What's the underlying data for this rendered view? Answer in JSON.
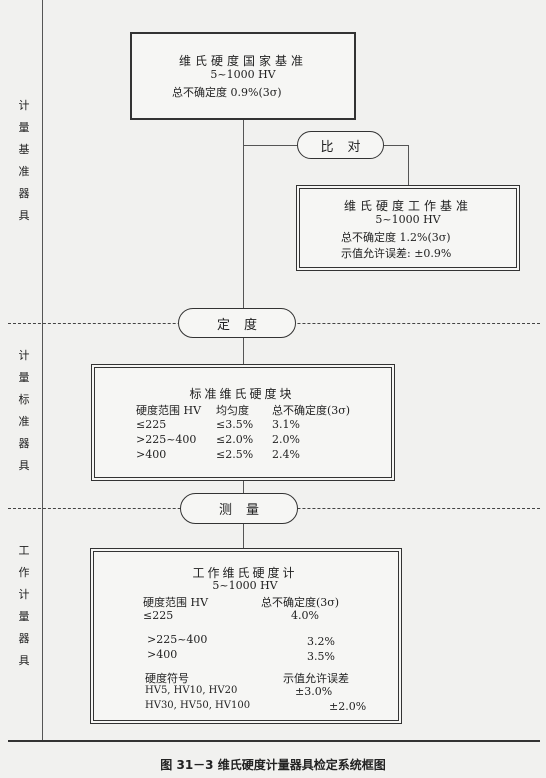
{
  "sections": [
    {
      "label": "计量基准器具",
      "chars": [
        "计",
        "量",
        "基",
        "准",
        "器",
        "具"
      ]
    },
    {
      "label": "计量标准器具",
      "chars": [
        "计",
        "量",
        "标",
        "准",
        "器",
        "具"
      ]
    },
    {
      "label": "工作计量器具",
      "chars": [
        "工",
        "作",
        "计",
        "量",
        "器",
        "具"
      ]
    }
  ],
  "national_standard": {
    "title": "维氏硬度国家基准",
    "range": "5~1000  HV",
    "uncertainty": "总不确定度    0.9%(3σ)"
  },
  "compare": "比对",
  "working_standard": {
    "title": "维氏硬度工作基准",
    "range": "5~1000  HV",
    "uncertainty": "总不确定度    1.2%(3σ)",
    "tolerance": "示值允许误差:  ±0.9%"
  },
  "calibrate": "定度",
  "standard_block": {
    "title": "标准维氏硬度块",
    "headers": [
      "硬度范围 HV",
      "均匀度",
      "总不确定度(3σ)"
    ],
    "rows": [
      [
        "≤225",
        "≤3.5%",
        "3.1%"
      ],
      [
        ">225~400",
        "≤2.0%",
        "2.0%"
      ],
      [
        ">400",
        "≤2.5%",
        "2.4%"
      ]
    ]
  },
  "measure": "测量",
  "tester": {
    "title": "工作维氏硬度计",
    "range": "5~1000 HV",
    "headers": [
      "硬度范围 HV",
      "总不确定度(3σ)"
    ],
    "rows": [
      [
        "≤225",
        "4.0%"
      ],
      [
        ">225~400",
        "3.2%"
      ],
      [
        ">400",
        "3.5%"
      ]
    ],
    "tol_headers": [
      "硬度符号",
      "示值允许误差"
    ],
    "tol_rows": [
      [
        "HV5, HV10, HV20",
        "±3.0%"
      ],
      [
        "HV30, HV50, HV100",
        "±2.0%"
      ]
    ]
  },
  "caption": "图 31－3    维氏硬度计量器具检定系统框图"
}
